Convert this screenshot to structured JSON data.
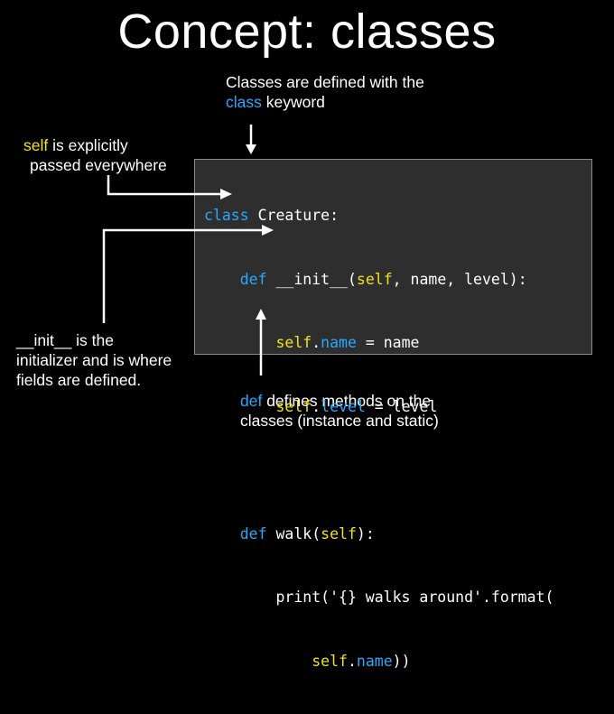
{
  "slide": {
    "title": "Concept: classes"
  },
  "annotations": {
    "class_note": {
      "line1": "Classes are defined with the",
      "keyword": "class",
      "line2_rest": " keyword"
    },
    "self_note": {
      "keyword": "self",
      "line1_rest": " is explicitly",
      "line2": "passed everywhere"
    },
    "init_note": {
      "line1": "__init__ is the",
      "line2": "initializer and is where",
      "line3": "fields are defined."
    },
    "def_note": {
      "keyword": "def",
      "line1_rest": " defines methods on the",
      "line2": "classes (instance and static)"
    }
  },
  "code": {
    "l1": {
      "kw": "class",
      "rest": " Creature:"
    },
    "l2": {
      "indent": "    ",
      "kw": "def",
      "mid": " __init__(",
      "self": "self",
      "rest": ", name, level):"
    },
    "l3": {
      "indent": "        ",
      "self": "self",
      "dot": ".",
      "attr": "name",
      "rest": " = name"
    },
    "l4": {
      "indent": "        ",
      "self": "self",
      "dot": ".",
      "attr": "level",
      "rest": " = level"
    },
    "l6": {
      "indent": "    ",
      "kw": "def",
      "mid": " walk(",
      "self": "self",
      "rest": "):"
    },
    "l7": {
      "text": "        print('{} walks around'.format("
    },
    "l8": {
      "indent": "            ",
      "self": "self",
      "dot": ".",
      "attr": "name",
      "rest": "))"
    }
  },
  "colors": {
    "background": "#000000",
    "keyword": "#29a8ff",
    "self": "#f2e21a",
    "code_background": "#2e2e2e"
  }
}
